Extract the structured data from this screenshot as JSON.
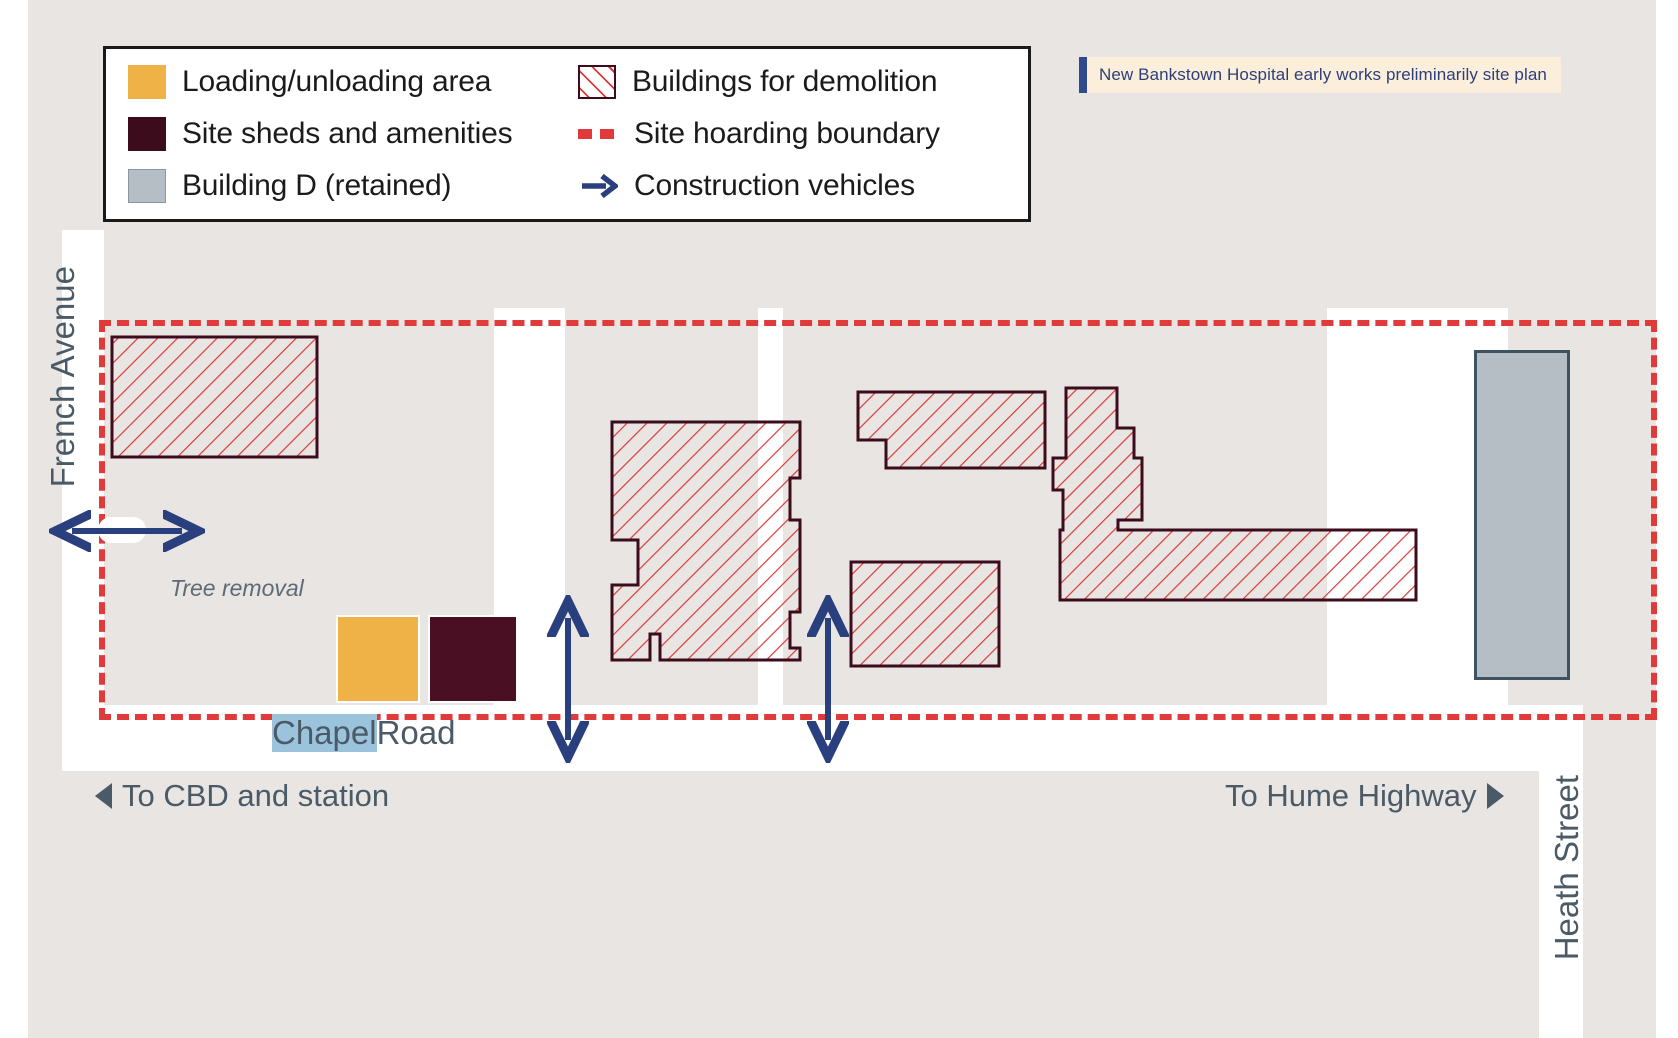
{
  "title_badge": {
    "text": "New Bankstown Hospital early works preliminarily site plan",
    "accent_color": "#2e4a8b",
    "background_color": "#fbeeda",
    "text_color": "#2c3f7a"
  },
  "legend": {
    "items": [
      {
        "label": "Loading/unloading area",
        "swatch": "solid-orange-swatch",
        "color": "#eeb246"
      },
      {
        "label": "Buildings for demolition",
        "swatch": "hatched-red-swatch",
        "color": "#3d0c1c"
      },
      {
        "label": "Site sheds and amenities",
        "swatch": "solid-maroon-swatch",
        "color": "#3d0c1c"
      },
      {
        "label": "Site hoarding boundary",
        "swatch": "dashed-red-line-swatch",
        "color": "#e03a3a"
      },
      {
        "label": "Building D (retained)",
        "swatch": "solid-grey-swatch",
        "color": "#b4bec4"
      },
      {
        "label": "Construction vehicles",
        "swatch": "navy-arrow-swatch",
        "color": "#2a3f7e"
      }
    ]
  },
  "streets": {
    "french_avenue": "French Avenue",
    "heath_street": "Heath Street",
    "chapel_road_highlighted": "Chapel",
    "chapel_road_rest": " Road"
  },
  "directions": {
    "to_cbd": "To CBD and station",
    "to_hume": "To Hume Highway"
  },
  "annotations": {
    "tree_removal": "Tree removal"
  },
  "colors": {
    "land": "#e8e5e3",
    "road": "#ffffff",
    "boundary_red": "#e03a3a",
    "demolition_outline": "#3d0c1c",
    "demolition_hatch": "#d93b3b",
    "loading_orange": "#eeb246",
    "sheds_maroon": "#4a0f22",
    "building_d_fill": "#b4bec4",
    "building_d_stroke": "#3f5260",
    "arrow_navy": "#2a3f7e",
    "label_text": "#4a5a66",
    "highlight_blue": "#9cc3dc"
  }
}
